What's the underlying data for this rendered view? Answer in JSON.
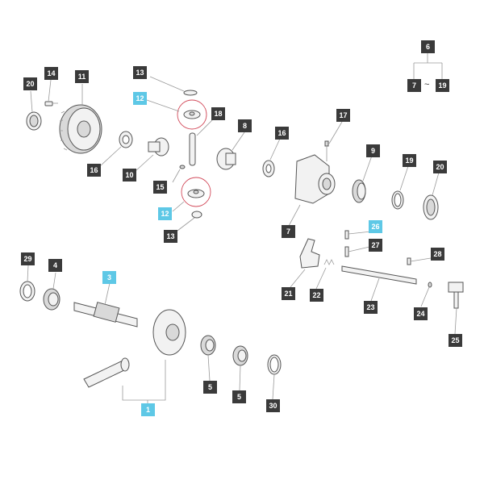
{
  "diagram": {
    "labels": [
      "20",
      "14",
      "11",
      "16",
      "10",
      "13",
      "12",
      "18",
      "15",
      "12",
      "13",
      "8",
      "16",
      "17",
      "7",
      "9",
      "19",
      "20",
      "26",
      "27",
      "28",
      "21",
      "22",
      "23",
      "24",
      "25",
      "29",
      "4",
      "3",
      "5",
      "5",
      "30",
      "1",
      "6",
      "7",
      "19"
    ],
    "highlighted": [
      "12",
      "12",
      "26",
      "3",
      "1"
    ],
    "group_tilde": "~",
    "colors": {
      "label_bg": "#3a3a3a",
      "label_highlight_bg": "#5ec8e6",
      "callout_circle": "#d24a5a"
    }
  }
}
